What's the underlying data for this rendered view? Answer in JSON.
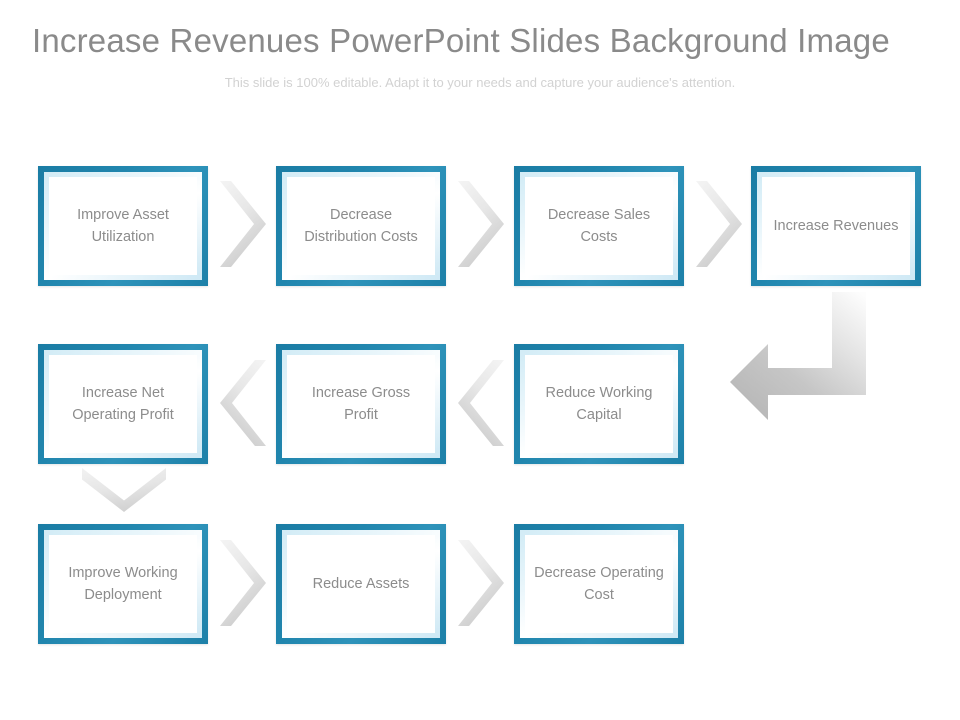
{
  "slide": {
    "title": "Increase Revenues PowerPoint Slides Background Image",
    "subtitle": "This slide is 100% editable. Adapt it to your needs and capture your audience's attention.",
    "title_color": "#8a8a8a",
    "subtitle_color": "#d2d2d2",
    "background_color": "#ffffff",
    "accent_color": "#1b7ea7",
    "accent_light_color": "#d3ecf6",
    "arrow_color": "#cccccc",
    "label_color": "#8c8c8c"
  },
  "diagram": {
    "rows": [
      {
        "id": "row-1",
        "direction": "left-to-right",
        "nodes": [
          {
            "id": "node-improve-asset-utilization",
            "label": "Improve Asset Utilization"
          },
          {
            "id": "node-decrease-distribution-costs",
            "label": "Decrease Distribution Costs"
          },
          {
            "id": "node-decrease-sales-costs",
            "label": "Decrease Sales Costs"
          },
          {
            "id": "node-increase-revenues",
            "label": "Increase Revenues"
          }
        ]
      },
      {
        "id": "row-2",
        "direction": "right-to-left",
        "nodes": [
          {
            "id": "node-increase-net-operating-profit",
            "label": "Increase Net Operating Profit"
          },
          {
            "id": "node-increase-gross-profit",
            "label": "Increase Gross Profit"
          },
          {
            "id": "node-reduce-working-capital",
            "label": "Reduce Working Capital"
          }
        ]
      },
      {
        "id": "row-3",
        "direction": "left-to-right",
        "nodes": [
          {
            "id": "node-improve-working-deployment",
            "label": "Improve Working Deployment"
          },
          {
            "id": "node-reduce-assets",
            "label": "Reduce Assets"
          },
          {
            "id": "node-decrease-operating-cost",
            "label": "Decrease Operating Cost"
          }
        ]
      }
    ],
    "connectors": [
      {
        "id": "connector-r1-1",
        "icon": "chevron-right-icon"
      },
      {
        "id": "connector-r1-2",
        "icon": "chevron-right-icon"
      },
      {
        "id": "connector-r1-3",
        "icon": "chevron-right-icon"
      },
      {
        "id": "connector-elbow",
        "icon": "elbow-arrow-left-icon"
      },
      {
        "id": "connector-r2-1",
        "icon": "chevron-left-icon"
      },
      {
        "id": "connector-r2-2",
        "icon": "chevron-left-icon"
      },
      {
        "id": "connector-down",
        "icon": "chevron-down-icon"
      },
      {
        "id": "connector-r3-1",
        "icon": "chevron-right-icon"
      },
      {
        "id": "connector-r3-2",
        "icon": "chevron-right-icon"
      }
    ]
  }
}
